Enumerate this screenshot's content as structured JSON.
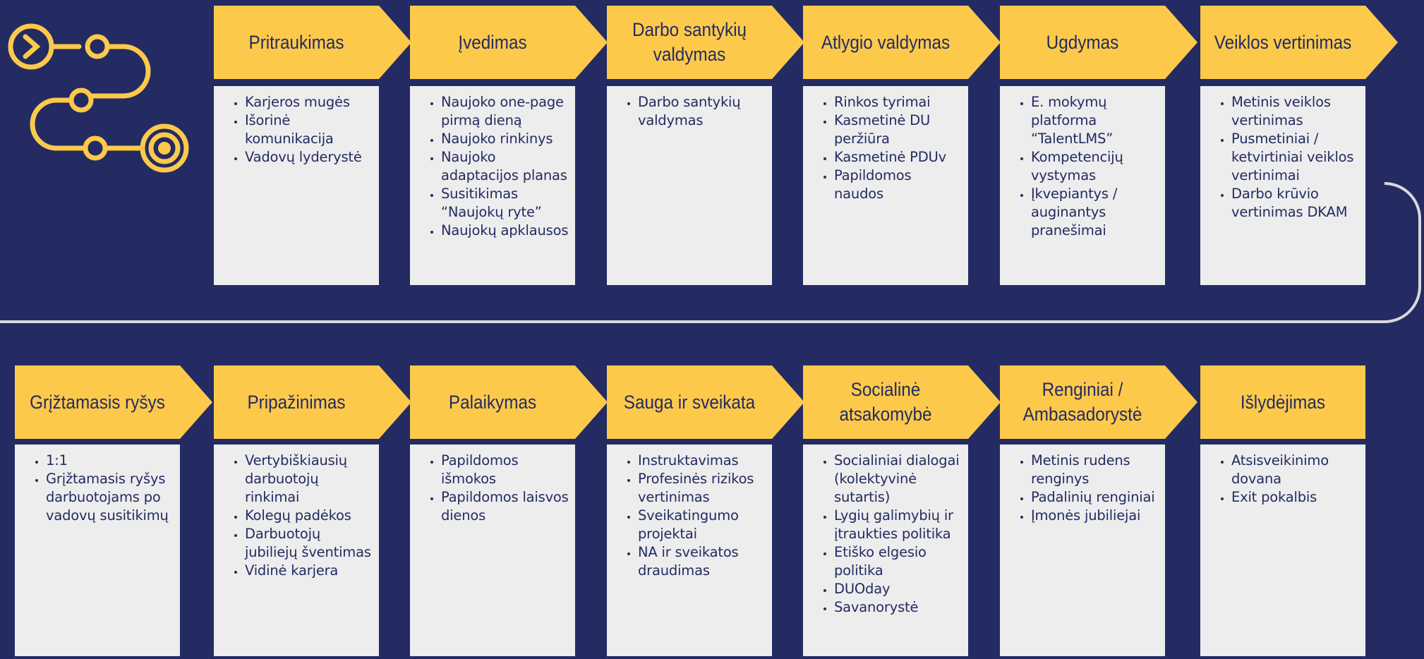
{
  "icons": {
    "logo": "journey-path-icon"
  },
  "colors": {
    "background": "#232B62",
    "header": "#FDC94B",
    "box": "#EDEDED",
    "accent": "#FDC94B",
    "line": "#D9D9D9"
  },
  "row1": [
    {
      "title": "Pritraukimas",
      "items": [
        "Karjeros mugės",
        "Išorinė komunikacija",
        "Vadovų lyderystė"
      ]
    },
    {
      "title": "Įvedimas",
      "items": [
        "Naujoko one-page pirmą dieną",
        "Naujoko rinkinys",
        "Naujoko adaptacijos planas",
        "Susitikimas “Naujokų ryte”",
        "Naujokų apklausos"
      ]
    },
    {
      "title": "Darbo santykių valdymas",
      "items": [
        "Darbo santykių valdymas"
      ]
    },
    {
      "title": "Atlygio valdymas",
      "items": [
        "Rinkos tyrimai",
        "Kasmetinė DU peržiūra",
        "Kasmetinė PDUv",
        "Papildomos naudos"
      ]
    },
    {
      "title": "Ugdymas",
      "items": [
        "E. mokymų platforma “TalentLMS”",
        "Kompetencijų vystymas",
        "Įkvepiantys / auginantys pranešimai"
      ]
    },
    {
      "title": "Veiklos vertinimas",
      "items": [
        "Metinis veiklos vertinimas",
        "Pusmetiniai / ketvirtiniai veiklos vertinimai",
        "Darbo krūvio vertinimas DKAM"
      ]
    }
  ],
  "row2": [
    {
      "title": "Grįžtamasis ryšys",
      "items": [
        "1:1",
        "Grįžtamasis ryšys darbuotojams po vadovų susitikimų"
      ]
    },
    {
      "title": "Pripažinimas",
      "items": [
        "Vertybiškiausių darbuotojų rinkimai",
        "Kolegų padėkos",
        "Darbuotojų jubiliejų šventimas",
        "Vidinė karjera"
      ]
    },
    {
      "title": "Palaikymas",
      "items": [
        "Papildomos išmokos",
        "Papildomos laisvos dienos"
      ]
    },
    {
      "title": "Sauga ir sveikata",
      "items": [
        "Instruktavimas",
        "Profesinės rizikos vertinimas",
        "Sveikatingumo projektai",
        "NA ir sveikatos draudimas"
      ]
    },
    {
      "title": "Socialinė atsakomybė",
      "items": [
        "Socialiniai dialogai (kolektyvinė sutartis)",
        "Lygių galimybių ir įtraukties politika",
        "Etiško elgesio politika",
        "DUOday",
        "Savanorystė"
      ]
    },
    {
      "title": "Renginiai / Ambasadorystė",
      "items": [
        "Metinis rudens renginys",
        "Padalinių renginiai",
        "Įmonės jubiliejai"
      ]
    },
    {
      "title": "Išlydėjimas",
      "items": [
        "Atsisveikinimo dovana",
        "Exit pokalbis"
      ]
    }
  ]
}
